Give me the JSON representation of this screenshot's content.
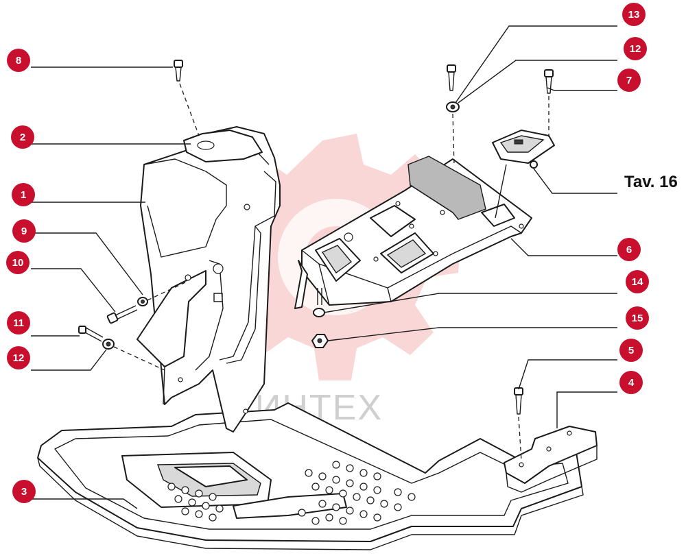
{
  "diagram": {
    "table_label": "Tav. 16",
    "watermark": "ИНТЕХ",
    "badge_color": "#c8102e",
    "callouts": [
      {
        "id": "c8",
        "label": "8"
      },
      {
        "id": "c2",
        "label": "2"
      },
      {
        "id": "c1",
        "label": "1"
      },
      {
        "id": "c9",
        "label": "9"
      },
      {
        "id": "c10",
        "label": "10"
      },
      {
        "id": "c11",
        "label": "11"
      },
      {
        "id": "c12a",
        "label": "12"
      },
      {
        "id": "c3",
        "label": "3"
      },
      {
        "id": "c13",
        "label": "13"
      },
      {
        "id": "c12b",
        "label": "12"
      },
      {
        "id": "c7",
        "label": "7"
      },
      {
        "id": "c6",
        "label": "6"
      },
      {
        "id": "c14",
        "label": "14"
      },
      {
        "id": "c15",
        "label": "15"
      },
      {
        "id": "c5",
        "label": "5"
      },
      {
        "id": "c4",
        "label": "4"
      }
    ]
  }
}
